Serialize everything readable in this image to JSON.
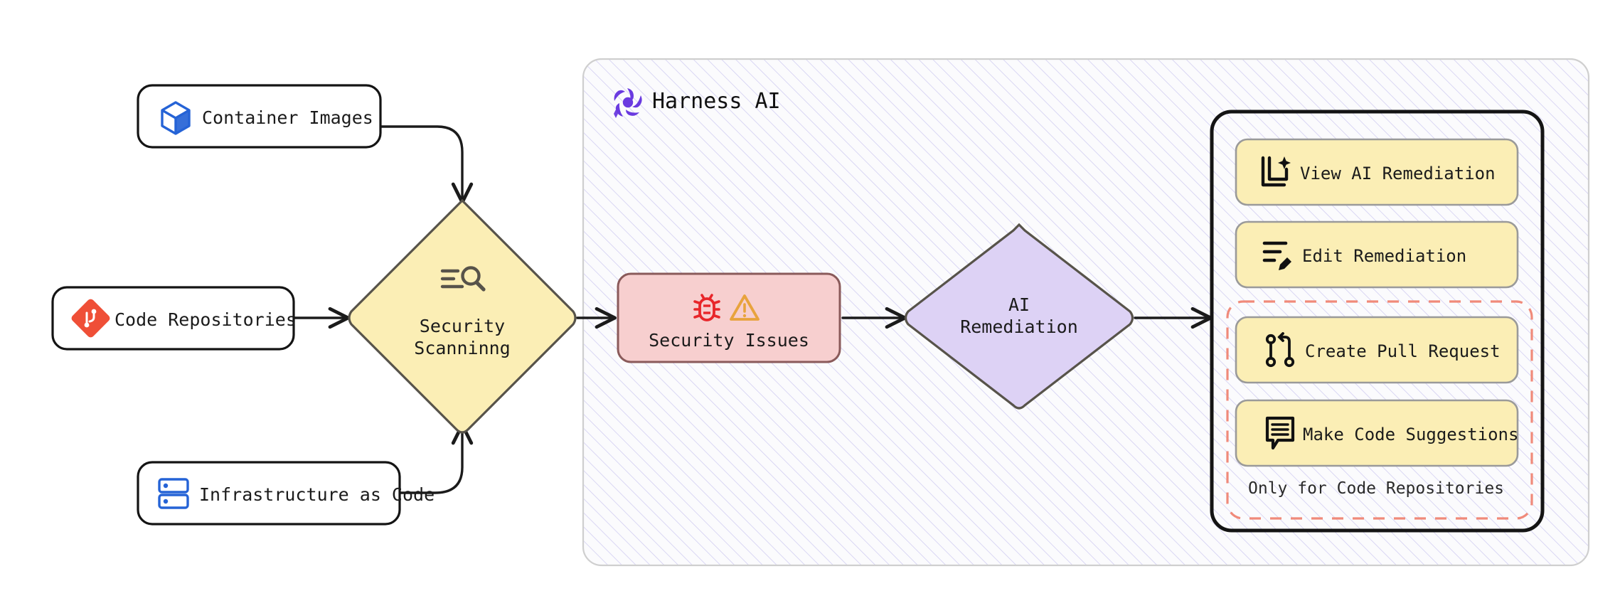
{
  "diagram": {
    "title": "Harness AI security scanning and remediation flow",
    "colors": {
      "diamond_scan_fill": "#fbeeb5",
      "diamond_scan_stroke": "#57534a",
      "issues_fill": "#f7cfcf",
      "issues_stroke": "#8a5a5a",
      "remediation_fill": "#ddd2f5",
      "remediation_stroke": "#57534a",
      "action_fill": "#fbeeb5",
      "action_stroke": "#9a9a9a",
      "panel_border": "#141414",
      "dashed_note_border": "#f08a7a",
      "group_border": "#cfcfcf",
      "hatch": "#cfcbf0",
      "node_border": "#141414",
      "icon_blue": "#2563d6",
      "icon_git_red": "#ef4f37",
      "icon_bug_red": "#e8262a",
      "icon_warn_orange": "#e8a33d",
      "harness_purple": "#6a3ae0"
    }
  },
  "sources": [
    {
      "id": "container-images",
      "label": "Container Images",
      "icon": "cube-icon"
    },
    {
      "id": "code-repositories",
      "label": "Code Repositories",
      "icon": "git-branch-icon"
    },
    {
      "id": "infrastructure-code",
      "label": "Infrastructure as Code",
      "icon": "server-stack-icon"
    }
  ],
  "process": {
    "scanning": {
      "label_line1": "Security",
      "label_line2": "Scanninng",
      "icon": "search-list-icon"
    },
    "issues": {
      "label": "Security Issues",
      "icons": [
        "bug-icon",
        "warning-triangle-icon"
      ]
    },
    "remediation": {
      "label_line1": "AI",
      "label_line2": "Remediation"
    }
  },
  "group": {
    "title": "Harness AI",
    "logo": "harness-pinwheel-icon"
  },
  "actions": [
    {
      "id": "view-ai-remediation",
      "label": "View AI Remediation",
      "icon": "document-sparkle-icon"
    },
    {
      "id": "edit-remediation",
      "label": "Edit Remediation",
      "icon": "edit-lines-pencil-icon"
    },
    {
      "id": "create-pull-request",
      "label": "Create Pull Request",
      "icon": "pull-request-icon"
    },
    {
      "id": "make-code-suggestions",
      "label": "Make Code Suggestions",
      "icon": "comment-lines-icon"
    }
  ],
  "note": {
    "text": "Only for Code Repositories"
  }
}
